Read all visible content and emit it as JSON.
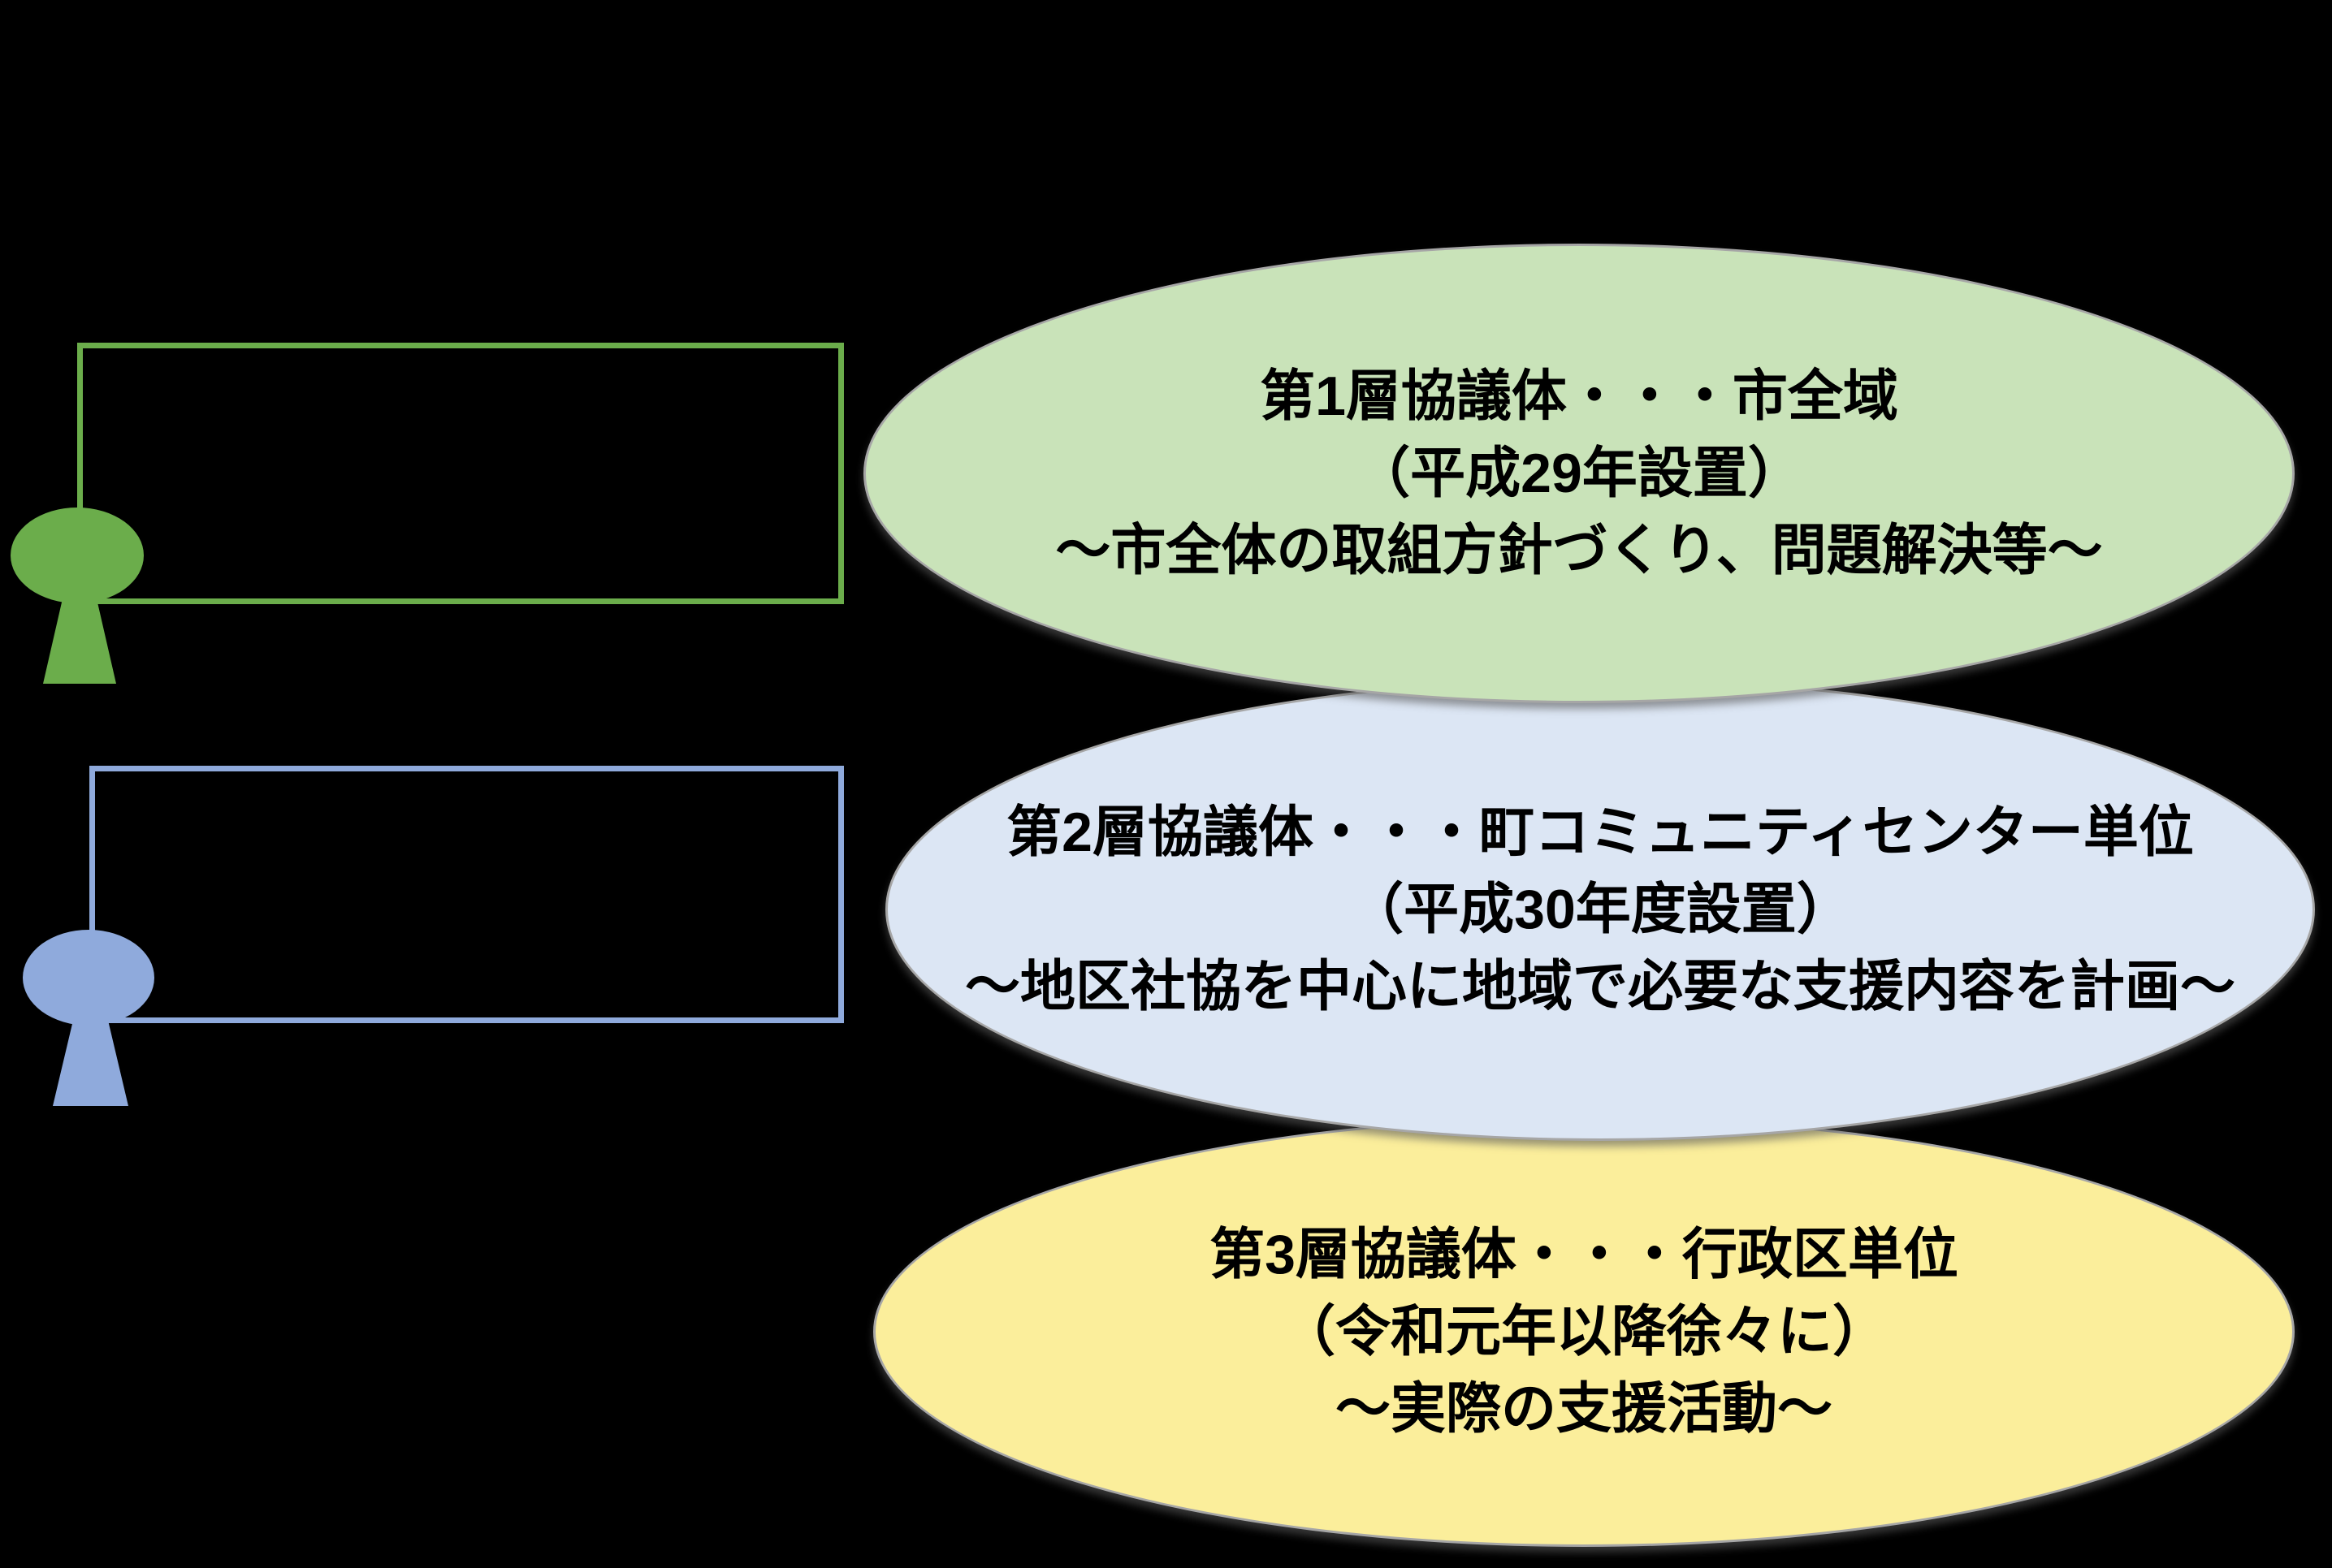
{
  "canvas": {
    "background_color": "#000000",
    "text_color": "#000000",
    "ellipse_outline_color": "#A6A6A6"
  },
  "tiers": [
    {
      "id": "tier1",
      "accent_color": "#6BAD4B",
      "ellipse_fill": "#C9E3B9",
      "lines": [
        "第1層協議体・・・市全域",
        "（平成29年設置）",
        "～市全体の取組方針づくり、問題解決等～"
      ]
    },
    {
      "id": "tier2",
      "accent_color": "#8FAADC",
      "ellipse_fill": "#DCE6F4",
      "lines": [
        "第2層協議体・・・町コミュニティセンター単位",
        "（平成30年度設置）",
        "～地区社協を中心に地域で必要な支援内容を計画～"
      ]
    },
    {
      "id": "tier3",
      "accent_color": "#FBEE9B",
      "ellipse_fill": "#FBEE9B",
      "lines": [
        "第3層協議体・・・行政区単位",
        "（令和元年以降徐々に）",
        "～実際の支援活動～"
      ]
    }
  ]
}
